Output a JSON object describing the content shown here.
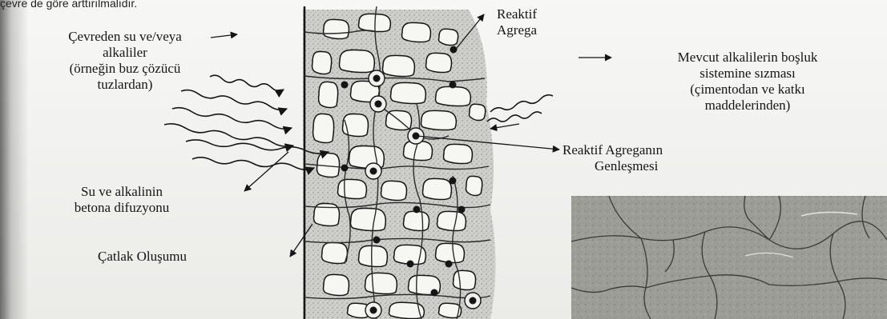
{
  "top_line": "çevre de göre arttırılmalıdır.",
  "labels": {
    "environment_alkali": [
      "Çevreden su ve/veya",
      "alkaliler",
      "(örneğin buz çözücü",
      "tuzlardan)"
    ],
    "reactive_aggregate": [
      "Reaktif",
      "Agrega"
    ],
    "existing_alkali": [
      "Mevcut alkalilerin boşluk",
      "sistemine sızması",
      "(çimentodan ve katkı",
      "maddelerinden)"
    ],
    "aggregate_expansion": [
      "Reaktif Agreganın",
      "Genleşmesi"
    ],
    "water_diffusion": [
      "Su ve alkalinin",
      "betona difuzyonu"
    ],
    "crack_formation": "Çatlak Oluşumu"
  },
  "colors": {
    "ink": "#151515",
    "concrete": "#c9c9c6",
    "aggregate_fill": "#f6f6f2",
    "crack_photo": "#8f8f8a"
  }
}
